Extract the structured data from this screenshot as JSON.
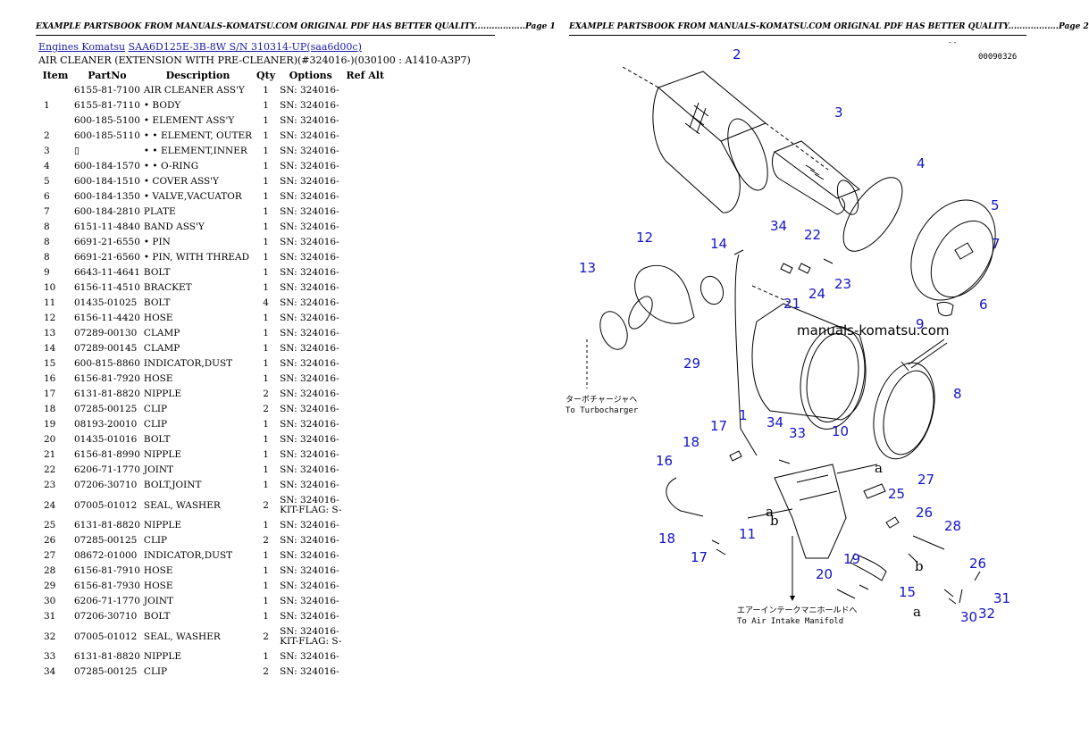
{
  "header": {
    "left": "EXAMPLE PARTSBOOK FROM MANUALS-KOMATSU.COM ORIGINAL PDF HAS BETTER QUALITY..................Page 1",
    "right": "EXAMPLE PARTSBOOK FROM MANUALS-KOMATSU.COM ORIGINAL PDF HAS BETTER QUALITY..................Page 2"
  },
  "breadcrumb": {
    "link1": "Engines Komatsu",
    "link2": "SAA6D125E-3B-8W S/N 310314-UP(saa6d00c)"
  },
  "title": "AIR CLEANER (EXTENSION WITH PRE-CLEANER)(#324016-)(030100 : A1410-A3P7)",
  "table": {
    "headers": [
      "Item",
      "PartNo",
      "Description",
      "Qty",
      "Options",
      "Ref Alt"
    ],
    "rows": [
      {
        "item": "",
        "part": "6155-81-7100",
        "desc": "AIR CLEANER ASS'Y",
        "qty": "1",
        "opt": "SN: 324016-"
      },
      {
        "item": "1",
        "part": "6155-81-7110",
        "desc": "• BODY",
        "qty": "1",
        "opt": "SN: 324016-"
      },
      {
        "item": "",
        "part": "600-185-5100",
        "desc": "• ELEMENT ASS'Y",
        "qty": "1",
        "opt": "SN: 324016-"
      },
      {
        "item": "2",
        "part": "600-185-5110",
        "desc": "• • ELEMENT, OUTER",
        "qty": "1",
        "opt": "SN: 324016-"
      },
      {
        "item": "3",
        "part": "▯",
        "desc": "• • ELEMENT,INNER",
        "qty": "1",
        "opt": "SN: 324016-"
      },
      {
        "item": "4",
        "part": "600-184-1570",
        "desc": "• • O-RING",
        "qty": "1",
        "opt": "SN: 324016-"
      },
      {
        "item": "5",
        "part": "600-184-1510",
        "desc": "• COVER ASS'Y",
        "qty": "1",
        "opt": "SN: 324016-"
      },
      {
        "item": "6",
        "part": "600-184-1350",
        "desc": "• VALVE,VACUATOR",
        "qty": "1",
        "opt": "SN: 324016-"
      },
      {
        "item": "7",
        "part": "600-184-2810",
        "desc": "PLATE",
        "qty": "1",
        "opt": "SN: 324016-"
      },
      {
        "item": "8",
        "part": "6151-11-4840",
        "desc": "BAND ASS'Y",
        "qty": "1",
        "opt": "SN: 324016-"
      },
      {
        "item": "8",
        "part": "6691-21-6550",
        "desc": "• PIN",
        "qty": "1",
        "opt": "SN: 324016-"
      },
      {
        "item": "8",
        "part": "6691-21-6560",
        "desc": "• PIN, WITH THREAD",
        "qty": "1",
        "opt": "SN: 324016-"
      },
      {
        "item": "9",
        "part": "6643-11-4641",
        "desc": "BOLT",
        "qty": "1",
        "opt": "SN: 324016-"
      },
      {
        "item": "10",
        "part": "6156-11-4510",
        "desc": "BRACKET",
        "qty": "1",
        "opt": "SN: 324016-"
      },
      {
        "item": "11",
        "part": "01435-01025",
        "desc": "BOLT",
        "qty": "4",
        "opt": "SN: 324016-"
      },
      {
        "item": "12",
        "part": "6156-11-4420",
        "desc": "HOSE",
        "qty": "1",
        "opt": "SN: 324016-"
      },
      {
        "item": "13",
        "part": "07289-00130",
        "desc": "CLAMP",
        "qty": "1",
        "opt": "SN: 324016-"
      },
      {
        "item": "14",
        "part": "07289-00145",
        "desc": "CLAMP",
        "qty": "1",
        "opt": "SN: 324016-"
      },
      {
        "item": "15",
        "part": "600-815-8860",
        "desc": "INDICATOR,DUST",
        "qty": "1",
        "opt": "SN: 324016-"
      },
      {
        "item": "16",
        "part": "6156-81-7920",
        "desc": "HOSE",
        "qty": "1",
        "opt": "SN: 324016-"
      },
      {
        "item": "17",
        "part": "6131-81-8820",
        "desc": "NIPPLE",
        "qty": "2",
        "opt": "SN: 324016-"
      },
      {
        "item": "18",
        "part": "07285-00125",
        "desc": "CLIP",
        "qty": "2",
        "opt": "SN: 324016-"
      },
      {
        "item": "19",
        "part": "08193-20010",
        "desc": "CLIP",
        "qty": "1",
        "opt": "SN: 324016-"
      },
      {
        "item": "20",
        "part": "01435-01016",
        "desc": "BOLT",
        "qty": "1",
        "opt": "SN: 324016-"
      },
      {
        "item": "21",
        "part": "6156-81-8990",
        "desc": "NIPPLE",
        "qty": "1",
        "opt": "SN: 324016-"
      },
      {
        "item": "22",
        "part": "6206-71-1770",
        "desc": "JOINT",
        "qty": "1",
        "opt": "SN: 324016-"
      },
      {
        "item": "23",
        "part": "07206-30710",
        "desc": "BOLT,JOINT",
        "qty": "1",
        "opt": "SN: 324016-"
      },
      {
        "item": "24",
        "part": "07005-01012",
        "desc": "SEAL, WASHER",
        "qty": "2",
        "opt": "SN: 324016-",
        "opt2": "KIT-FLAG: S-"
      },
      {
        "item": "25",
        "part": "6131-81-8820",
        "desc": "NIPPLE",
        "qty": "1",
        "opt": "SN: 324016-"
      },
      {
        "item": "26",
        "part": "07285-00125",
        "desc": "CLIP",
        "qty": "2",
        "opt": "SN: 324016-"
      },
      {
        "item": "27",
        "part": "08672-01000",
        "desc": "INDICATOR,DUST",
        "qty": "1",
        "opt": "SN: 324016-"
      },
      {
        "item": "28",
        "part": "6156-81-7910",
        "desc": "HOSE",
        "qty": "1",
        "opt": "SN: 324016-"
      },
      {
        "item": "29",
        "part": "6156-81-7930",
        "desc": "HOSE",
        "qty": "1",
        "opt": "SN: 324016-"
      },
      {
        "item": "30",
        "part": "6206-71-1770",
        "desc": "JOINT",
        "qty": "1",
        "opt": "SN: 324016-"
      },
      {
        "item": "31",
        "part": "07206-30710",
        "desc": "BOLT",
        "qty": "1",
        "opt": "SN: 324016-"
      },
      {
        "item": "32",
        "part": "07005-01012",
        "desc": "SEAL, WASHER",
        "qty": "2",
        "opt": "SN: 324016-",
        "opt2": "KIT-FLAG: S-"
      },
      {
        "item": "33",
        "part": "6131-81-8820",
        "desc": "NIPPLE",
        "qty": "1",
        "opt": "SN: 324016-"
      },
      {
        "item": "34",
        "part": "07285-00125",
        "desc": "CLIP",
        "qty": "2",
        "opt": "SN: 324016-"
      }
    ]
  },
  "diagram": {
    "code": "00090326",
    "watermark": "manuals-komatsu.com",
    "turbo_jp": "ターボチャージャヘ",
    "turbo_en": "To Turbocharger",
    "intake_jp": "エアーインテークマニホールドへ",
    "intake_en": "To Air Intake Manifold",
    "callouts": [
      "2",
      "3",
      "4",
      "5",
      "7",
      "6",
      "12",
      "14",
      "34",
      "22",
      "13",
      "21",
      "24",
      "23",
      "9",
      "8",
      "29",
      "1",
      "17",
      "34",
      "33",
      "10",
      "18",
      "16",
      "27",
      "25",
      "26",
      "28",
      "11",
      "17",
      "18",
      "19",
      "20",
      "15",
      "26",
      "31",
      "32",
      "30",
      "a",
      "b",
      "a",
      "b",
      "a"
    ],
    "label_color": "#1414c8"
  }
}
